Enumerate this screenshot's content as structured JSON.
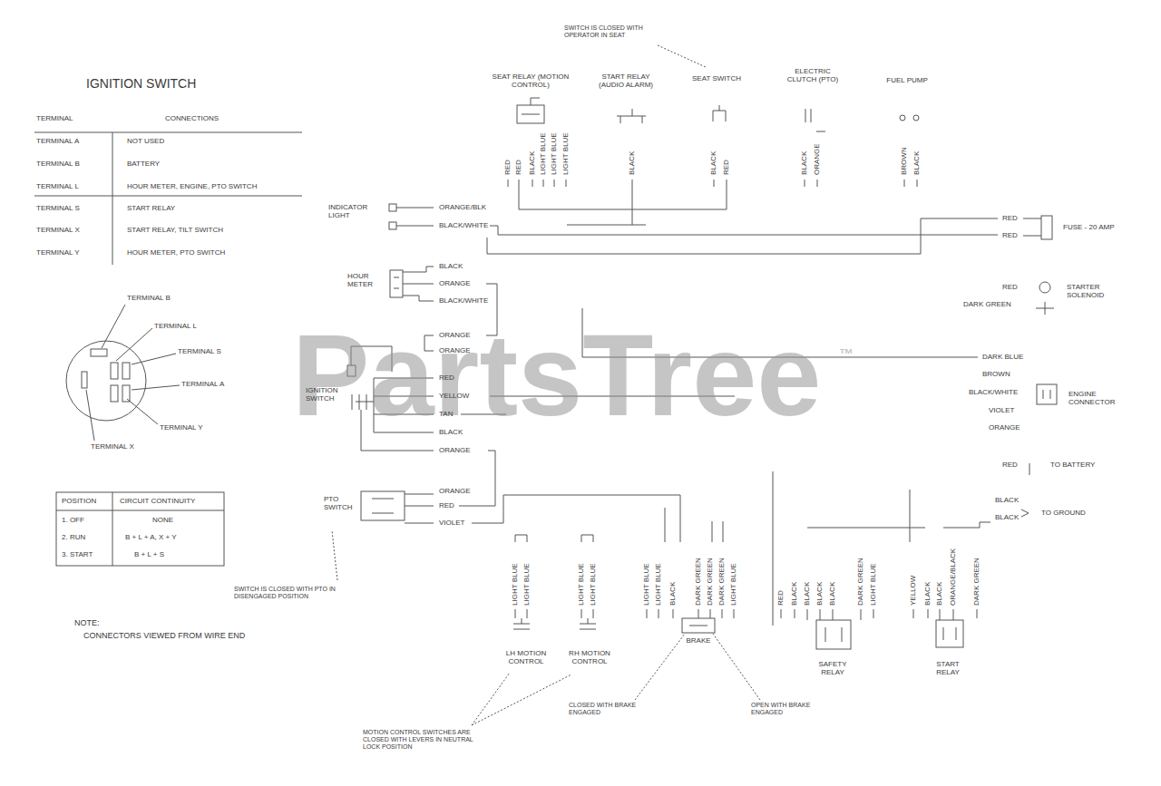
{
  "diagram": {
    "labels": [
      "IGNITION SWITCH",
      "TERMINAL",
      "CONNECTIONS",
      "TERMINAL A",
      "NOT USED",
      "TERMINAL B",
      "BATTERY",
      "TERMINAL L",
      "HOUR METER, ENGINE, PTO SWITCH",
      "TERMINAL S",
      "START RELAY",
      "TERMINAL X",
      "START RELAY, TILT SWITCH",
      "TERMINAL Y",
      "HOUR METER, PTO SWITCH",
      "TERMINAL B",
      "TERMINAL L",
      "TERMINAL S",
      "TERMINAL A",
      "TERMINAL Y",
      "TERMINAL X",
      "POSITION",
      "CIRCUIT CONTINUITY",
      "1. OFF",
      "NONE",
      "2. RUN",
      "B + L + A, X + Y",
      "3. START",
      "B + L + S",
      "NOTE:",
      "CONNECTORS VIEWED FROM WIRE END",
      "SWITCH IS CLOSED WITH OPERATOR IN SEAT",
      "SEAT RELAY (MOTION CONTROL)",
      "START RELAY (AUDIO ALARM)",
      "SEAT SWITCH",
      "ELECTRIC CLUTCH (PTO)",
      "FUEL PUMP",
      "RED",
      "RED",
      "BLACK",
      "LIGHT BLUE",
      "LIGHT BLUE",
      "LIGHT BLUE",
      "BLACK",
      "BLACK",
      "RED",
      "BLACK",
      "ORANGE",
      "BROWN",
      "BLACK",
      "INDICATOR LIGHT",
      "ORANGE/BLK",
      "BLACK/WHITE",
      "HOUR METER",
      "BLACK",
      "ORANGE",
      "BLACK/WHITE",
      "ORANGE",
      "ORANGE",
      "IGNITION SWITCH",
      "RED",
      "YELLOW",
      "TAN",
      "BLACK",
      "ORANGE",
      "ORANGE",
      "RED",
      "VIOLET",
      "PTO SWITCH",
      "SWITCH IS CLOSED WITH PTO IN DISENGAGED POSITION",
      "RED",
      "RED",
      "FUSE - 20 AMP",
      "RED",
      "DARK GREEN",
      "STARTER SOLENOID",
      "DARK BLUE",
      "BROWN",
      "BLACK/WHITE",
      "VIOLET",
      "ORANGE",
      "ENGINE CONNECTOR",
      "RED",
      "TO BATTERY",
      "BLACK",
      "BLACK",
      "TO GROUND",
      "LIGHT BLUE",
      "LIGHT BLUE",
      "LIGHT BLUE",
      "LIGHT BLUE",
      "LIGHT BLUE",
      "LIGHT BLUE",
      "BLACK",
      "DARK GREEN",
      "DARK GREEN",
      "DARK GREEN",
      "LIGHT BLUE",
      "RED",
      "BLACK",
      "BLACK",
      "BLACK",
      "BLACK",
      "DARK GREEN",
      "LIGHT BLUE",
      "YELLOW",
      "BLACK",
      "BLACK",
      "ORANGE/BLACK",
      "DARK GREEN",
      "LH MOTION CONTROL",
      "RH MOTION CONTROL",
      "BRAKE",
      "SAFETY RELAY",
      "START RELAY",
      "MOTION CONTROL SWITCHES ARE CLOSED WITH LEVERS IN NEUTRAL LOCK POSITION",
      "CLOSED WITH BRAKE ENGAGED",
      "OPEN WITH BRAKE ENGAGED",
      "PartsTree",
      "™"
    ]
  }
}
